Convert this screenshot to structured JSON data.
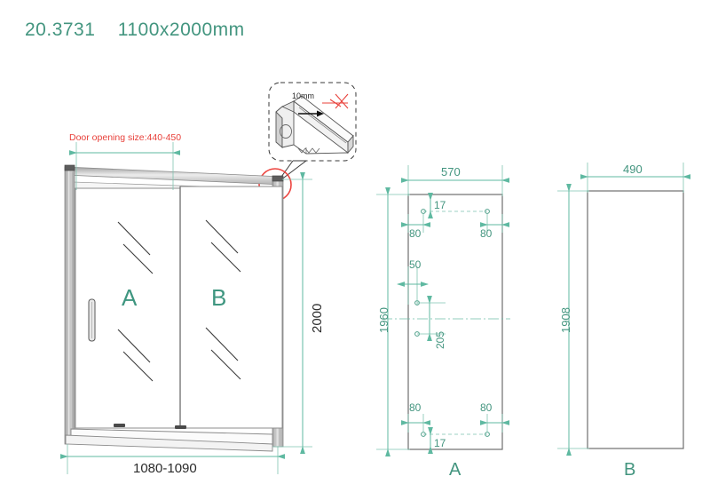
{
  "drawing": {
    "title": "20.3731    1100x2000mm",
    "model_code": "20.3731",
    "overall_size": "1100x2000mm"
  },
  "colors": {
    "accent_teal": "#43957f",
    "glass_letter_teal": "#3f9680",
    "dimension_line": "#7fc4b0",
    "note_red": "#e8403a",
    "outline_dark": "#6f6f6f",
    "text_dark": "#2b2b2b"
  },
  "detail_callout": {
    "name": "top-profile-detail",
    "dimension_label": "10mm",
    "marker": "red-circle-on-front-view"
  },
  "front_view": {
    "name": "front-elevation",
    "door_opening_note": "Door opening size:440-450",
    "panel_a_label": "A",
    "panel_b_label": "B",
    "height_dimension": "2000",
    "width_dimension": "1080-1090"
  },
  "view_a": {
    "name": "panel-a-detail",
    "caption": "A",
    "width": "570",
    "height": "1960",
    "top_edge_offset": "17",
    "bottom_edge_offset": "17",
    "top_left_hole_offset": "80",
    "top_right_hole_offset": "80",
    "bottom_left_hole_offset": "80",
    "bottom_right_hole_offset": "80",
    "mid_hole_side_offset": "50",
    "mid_hole_spacing": "205"
  },
  "view_b": {
    "name": "panel-b-detail",
    "caption": "B",
    "width": "490",
    "height": "1908"
  }
}
